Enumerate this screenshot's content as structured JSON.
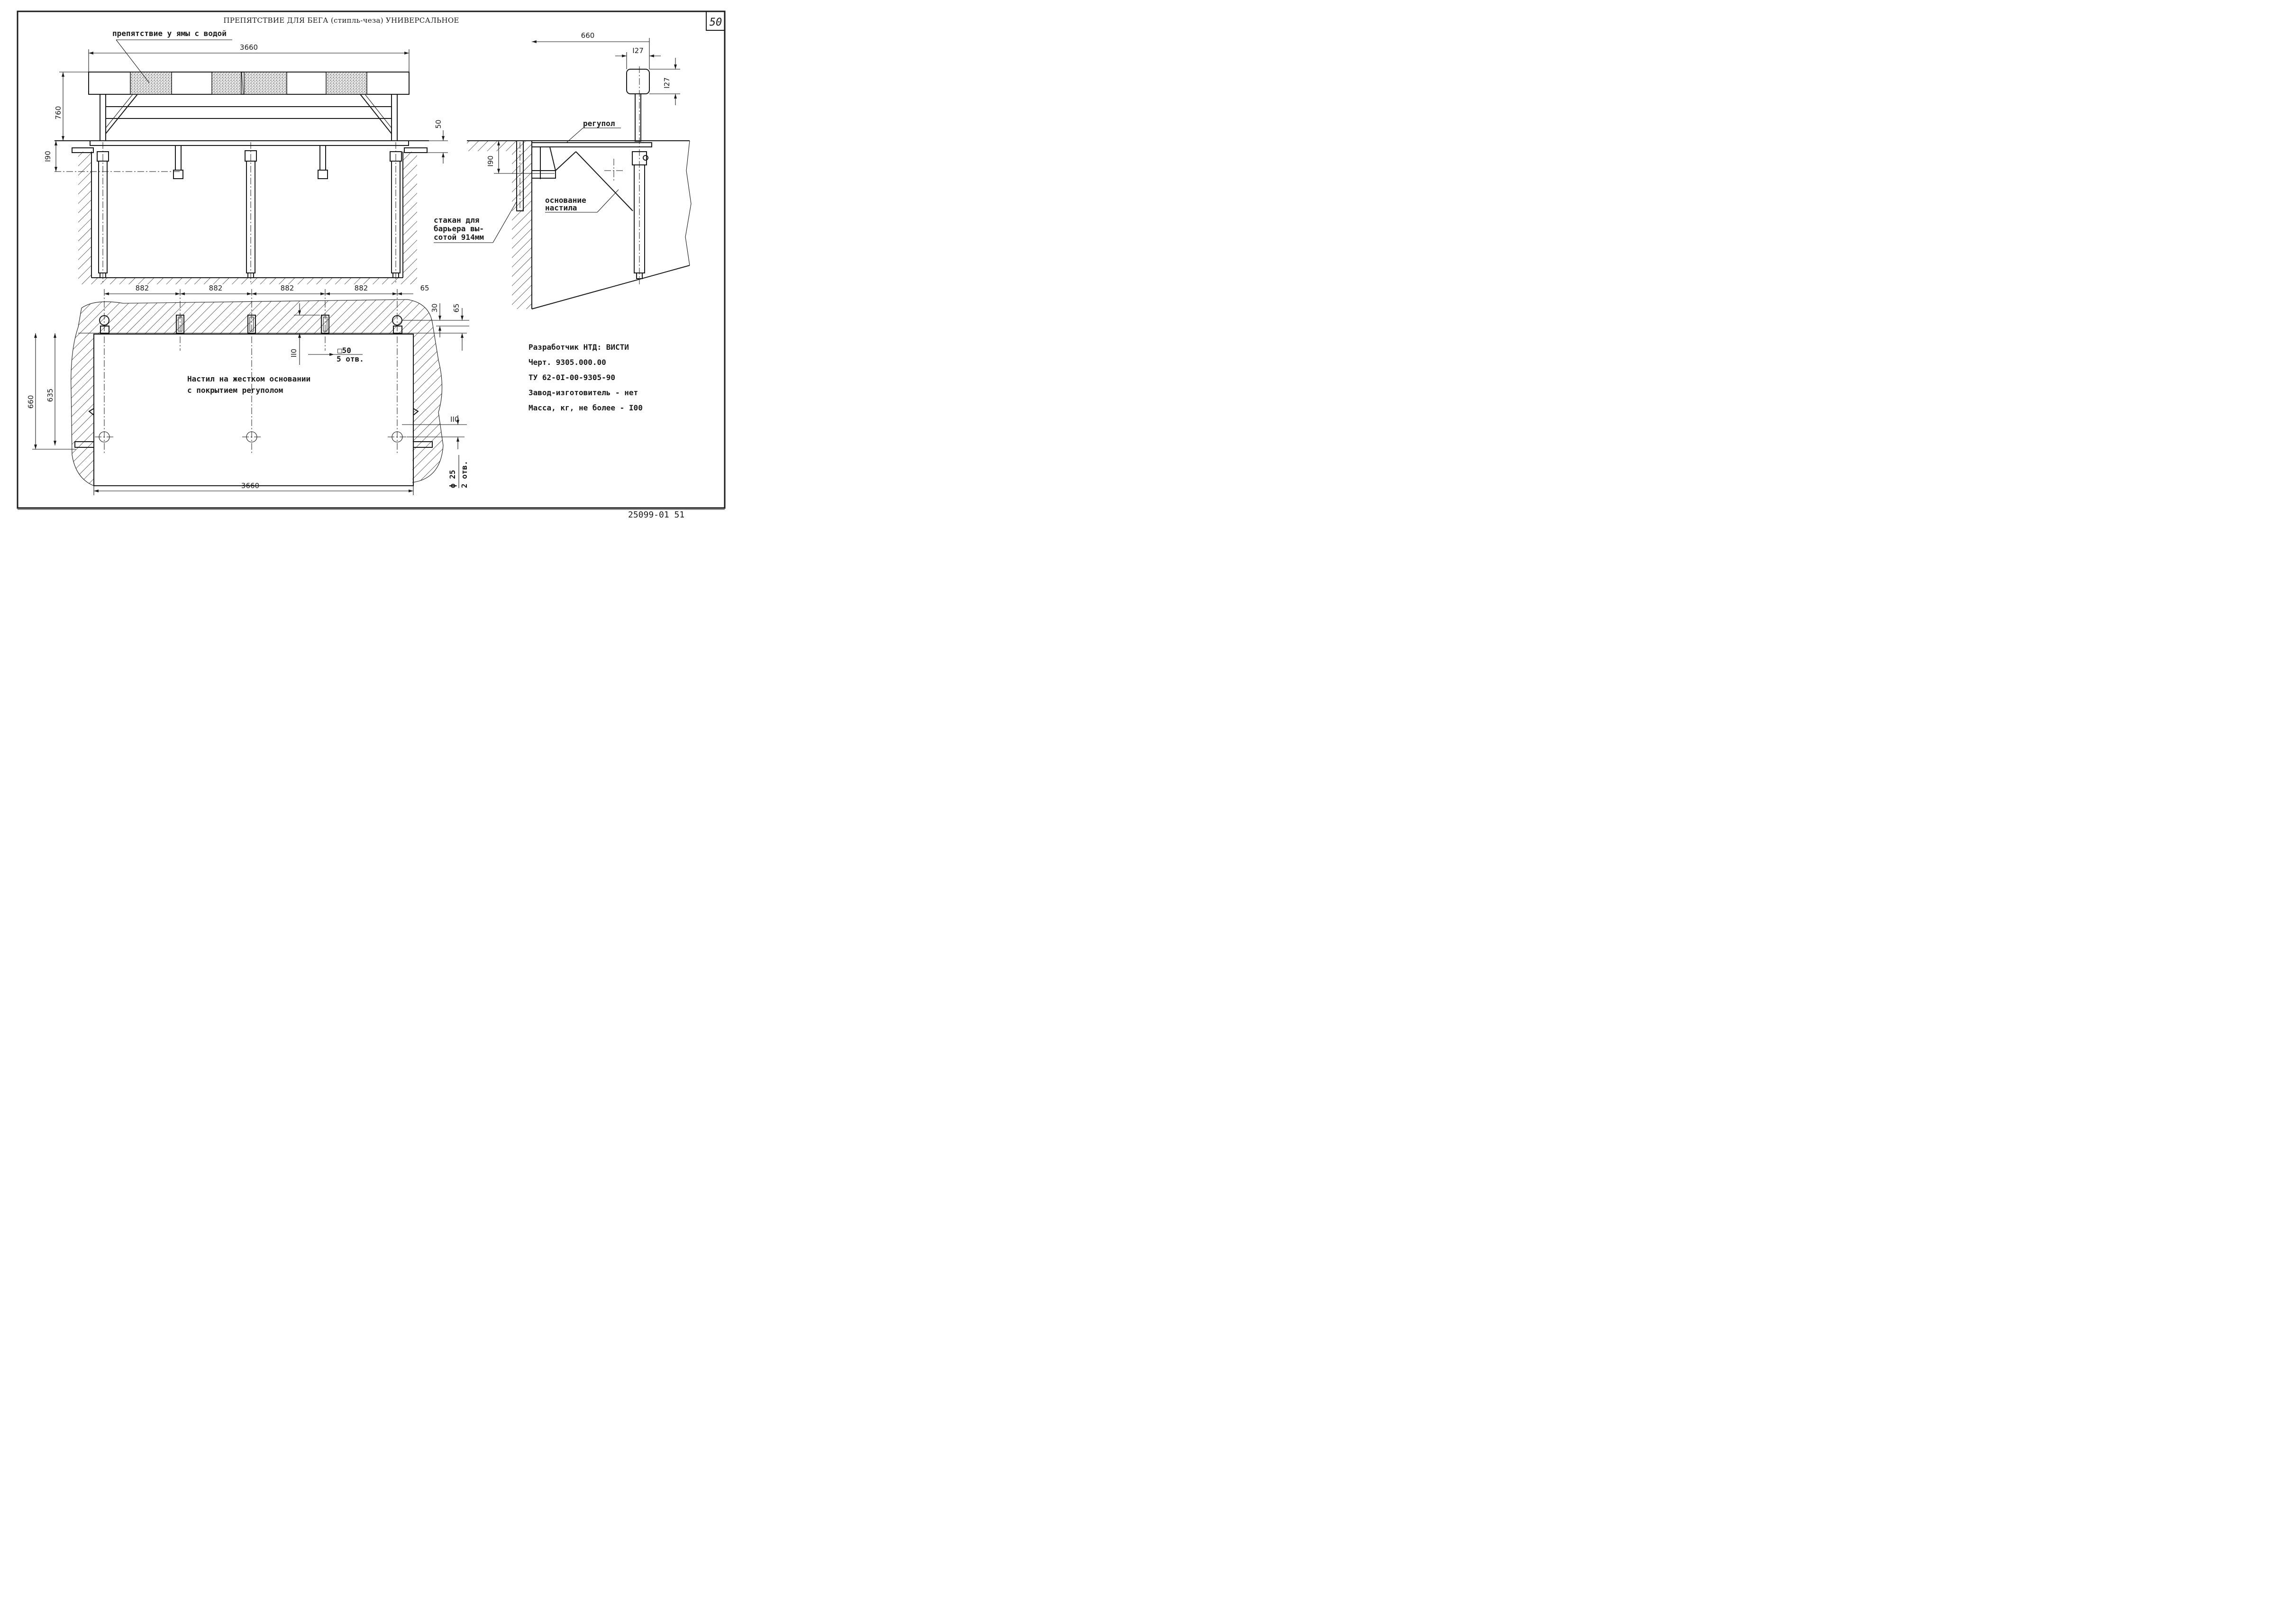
{
  "title": "ПРЕПЯТСТВИЕ ДЛЯ БЕГА (стипль-чеза) УНИВЕРСАЛЬНОЕ",
  "sheet_number": "50",
  "doc_number": "25099-01 51",
  "labels": {
    "water_pit_obstacle": "препятствие у ямы с водой",
    "regupol_side": "регупол",
    "base_line1": "основание",
    "base_line2": "настила",
    "cup_line1": "стакан для",
    "cup_line2": "барьера вы-",
    "cup_line3": "сотой 914мм",
    "deck_line1": "Настил на жестком основании",
    "deck_line2": "с покрытием регуполом"
  },
  "dimensions": {
    "front_width": "3660",
    "front_height": "760",
    "front_offset": "50",
    "front_depth": "I90",
    "side_width": "660",
    "side_bar_w": "I27",
    "side_bar_h": "I27",
    "side_depth": "I90",
    "span1": "882",
    "span2": "882",
    "span3": "882",
    "span4": "882",
    "edge_offset": "65",
    "dim_30": "30",
    "dim_65": "65",
    "dim_110_left": "II0",
    "hole_square": "□50",
    "hole_count": "5 отв.",
    "plan_height": "660",
    "plan_inner": "635",
    "dim_110_right": "II0",
    "plan_width": "3660",
    "round_hole": "ϕ 25",
    "round_count": "2 отв."
  },
  "info": {
    "developer": "Разработчик НТД: ВИСТИ",
    "drawing": "Черт. 9305.000.00",
    "spec": "ТУ 62-0I-00-9305-90",
    "manufacturer": "Завод-изготовитель - нет",
    "mass": "Масса, кг, не более - I00"
  }
}
